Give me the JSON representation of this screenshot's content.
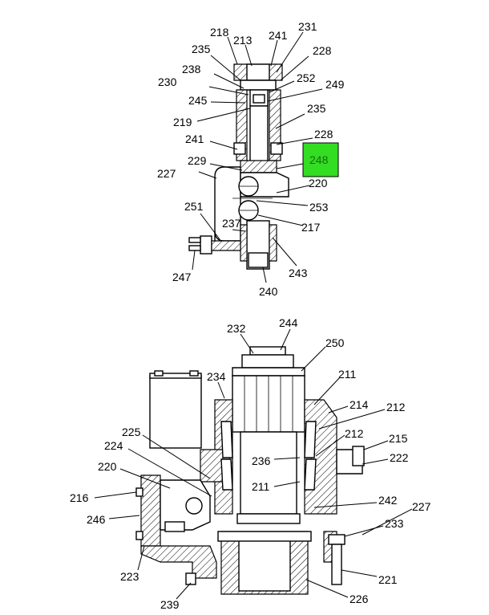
{
  "highlight": {
    "label": "248",
    "color": "#33dd22"
  },
  "top_view": {
    "callouts": [
      "218",
      "213",
      "241",
      "231",
      "235",
      "228",
      "238",
      "252",
      "230",
      "249",
      "245",
      "235",
      "219",
      "228",
      "241",
      "248",
      "229",
      "227",
      "220",
      "253",
      "251",
      "237",
      "217",
      "247",
      "243",
      "240"
    ]
  },
  "bottom_view": {
    "callouts": [
      "232",
      "244",
      "250",
      "234",
      "211",
      "214",
      "212",
      "225",
      "212",
      "215",
      "224",
      "236",
      "222",
      "220",
      "211",
      "216",
      "242",
      "227",
      "246",
      "233",
      "223",
      "221",
      "239",
      "226"
    ]
  }
}
